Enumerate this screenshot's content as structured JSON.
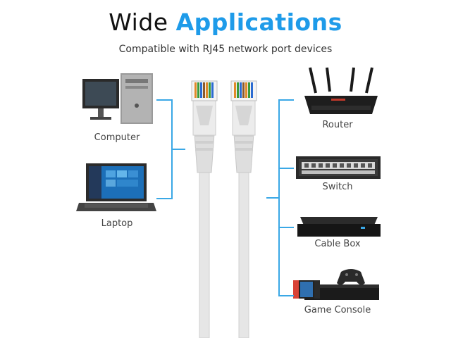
{
  "header": {
    "title_plain": "Wide",
    "title_accent": "Applications",
    "subtitle": "Compatible with RJ45 network port devices"
  },
  "devices_left": [
    {
      "label": "Computer",
      "icon": "computer-icon"
    },
    {
      "label": "Laptop",
      "icon": "laptop-icon"
    }
  ],
  "devices_right": [
    {
      "label": "Router",
      "icon": "router-icon"
    },
    {
      "label": "Switch",
      "icon": "switch-icon"
    },
    {
      "label": "Cable Box",
      "icon": "cable-box-icon"
    },
    {
      "label": "Game Console",
      "icon": "game-console-icon"
    }
  ],
  "colors": {
    "accent": "#1e9be9",
    "bracket": "#3aa8e6",
    "cable": "#e6e6e6"
  }
}
